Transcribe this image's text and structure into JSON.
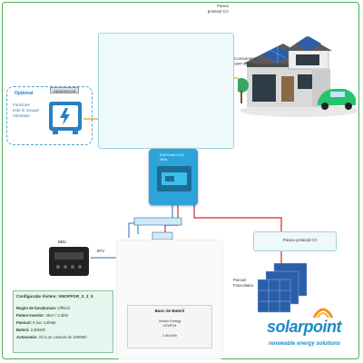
{
  "panels": {
    "ca_title_line1": "Panou",
    "ca_title_line2": "protecții CA",
    "cc_title": "Panou protecții CC"
  },
  "consumers": {
    "line1": "Consumatori",
    "line2": "OFF-GRID"
  },
  "optional": {
    "title": "Opțional",
    "generator_label": "GENERATOR",
    "text_line1": "Furnizare",
    "text_line2": "este în Scopul",
    "text_line3": "Clientului"
  },
  "inverter": {
    "line1": "EASYSolar-II GX",
    "line2": "3kVa"
  },
  "bms_label": "BMS",
  "btv_label": "BTV",
  "pv": {
    "line1": "Panouri",
    "line2": "Fotovoltaice"
  },
  "battery": {
    "title": "Banc de Baterii",
    "model_line1": "Victron Energy",
    "model_line2": "LiFePO4",
    "capacity": "2.56 kWh"
  },
  "config": {
    "title": "Configurație Sistem: VMOFFGR_3_2_5",
    "rows": [
      {
        "label": "Regim de funcționare:",
        "value": "OffGrid"
      },
      {
        "label": "Putere Invertor:",
        "value": "3kVA / 2.4kW"
      },
      {
        "label": "Panouri:",
        "value": "6 buc 4.2kWp"
      },
      {
        "label": "Baterii:",
        "value": "2.56kWh"
      },
      {
        "label": "Autonomie:",
        "value": "2h la un consum de 1000Wh"
      }
    ]
  },
  "brand": {
    "name": "solarpoint",
    "tagline": "renewable energy solutions"
  },
  "colors": {
    "ac_line": "#f7941d",
    "dc_line": "#d62828",
    "data_line": "#2b6cb0",
    "accent": "#1a8cc9"
  }
}
